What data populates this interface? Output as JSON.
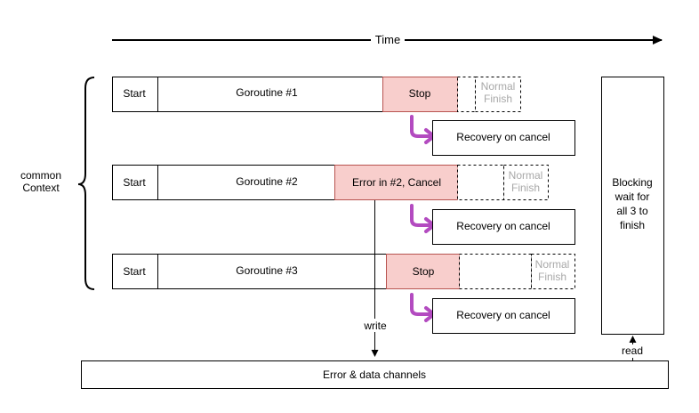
{
  "diagram": {
    "time_label": "Time",
    "context_label": [
      "common",
      "Context"
    ],
    "rows": [
      {
        "start": "Start",
        "goroutine": "Goroutine #1",
        "event": "Stop",
        "normal_finish": [
          "Normal",
          "Finish"
        ],
        "recovery": "Recovery on cancel"
      },
      {
        "start": "Start",
        "goroutine": "Goroutine #2",
        "event": "Error in #2, Cancel",
        "normal_finish": [
          "Normal",
          "Finish"
        ],
        "recovery": "Recovery on cancel"
      },
      {
        "start": "Start",
        "goroutine": "Goroutine #3",
        "event": "Stop",
        "normal_finish": [
          "Normal",
          "Finish"
        ],
        "recovery": "Recovery on cancel"
      }
    ],
    "blocking_wait": [
      "Blocking",
      "wait for",
      "all 3 to",
      "finish"
    ],
    "write_label": "write",
    "read_label": "read",
    "channels_label": "Error & data channels",
    "colors": {
      "event_fill": "#f8cecc",
      "event_stroke": "#b85450",
      "arrow": "#b34bc0"
    }
  }
}
